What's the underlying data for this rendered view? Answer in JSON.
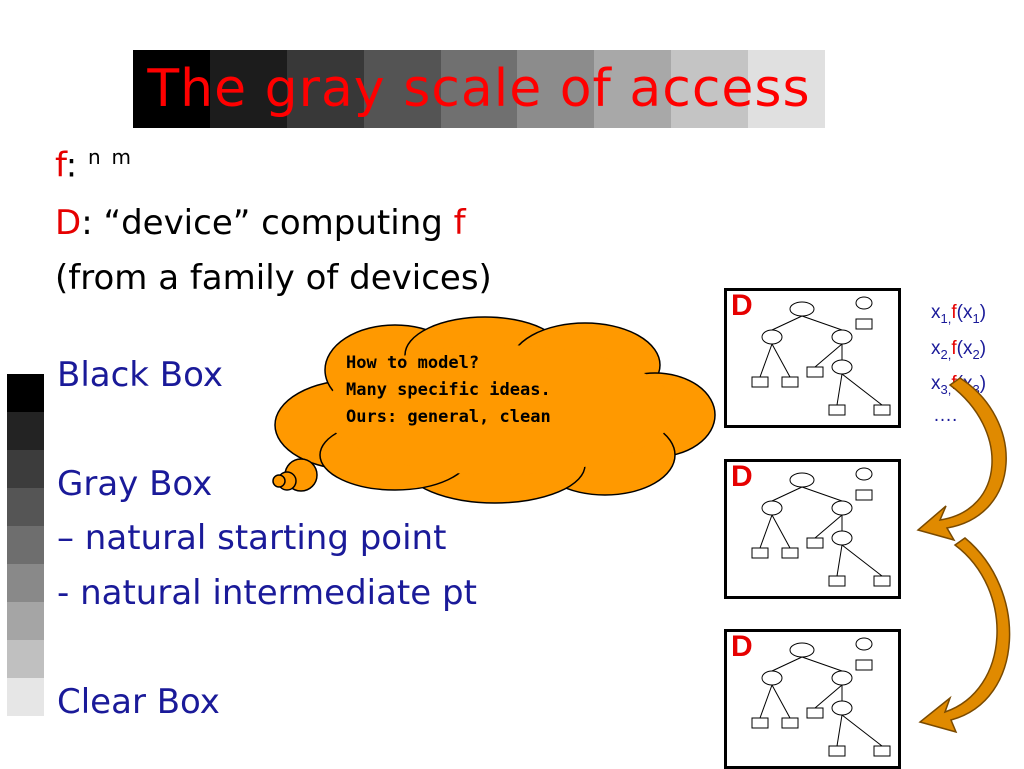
{
  "title": "The gray scale of access",
  "definitions": {
    "f_letter": "f",
    "f_colon": ": ",
    "f_domain_glyph": "",
    "f_domain_exp": "n",
    "f_arrow_glyph": "",
    "f_range_glyph": "",
    "f_range_exp": "m",
    "d_letter": "D",
    "d_text": ": “device” computing ",
    "d_f": "f",
    "family_text": "(from a family of devices)"
  },
  "boxes": {
    "black": "Black Box",
    "gray": "Gray Box",
    "gray_point_1": "– natural starting point",
    "gray_point_2": "- natural intermediate pt",
    "clear": "Clear Box"
  },
  "cloud": {
    "line1": "How to model?",
    "line2": "Many specific ideas.",
    "line3": "Ours: general, clean"
  },
  "devices": [
    {
      "label": "D"
    },
    {
      "label": "D"
    },
    {
      "label": "D"
    }
  ],
  "io_pairs": [
    {
      "x": "x",
      "x_sub": "1,",
      "f": "f",
      "fx": "(x",
      "fx_sub": "1",
      "close": ")"
    },
    {
      "x": "x",
      "x_sub": "2,",
      "f": "f",
      "fx": "(x",
      "fx_sub": "2",
      "close": ")"
    },
    {
      "x": "x",
      "x_sub": "3,",
      "f": "f",
      "fx": "(x",
      "fx_sub": "3",
      "close": ")"
    }
  ],
  "io_ellipsis": "….",
  "colors": {
    "title": "#ff0000",
    "accent_red": "#e60000",
    "accent_blue": "#1a1a99",
    "cloud_fill": "#ff9900",
    "arrow_fill": "#e08a00",
    "gray_scale": [
      "#000000",
      "#1f1f1f",
      "#3a3a3a",
      "#555555",
      "#707070",
      "#8c8c8c",
      "#a8a8a8",
      "#c4c4c4",
      "#dddddd"
    ]
  }
}
